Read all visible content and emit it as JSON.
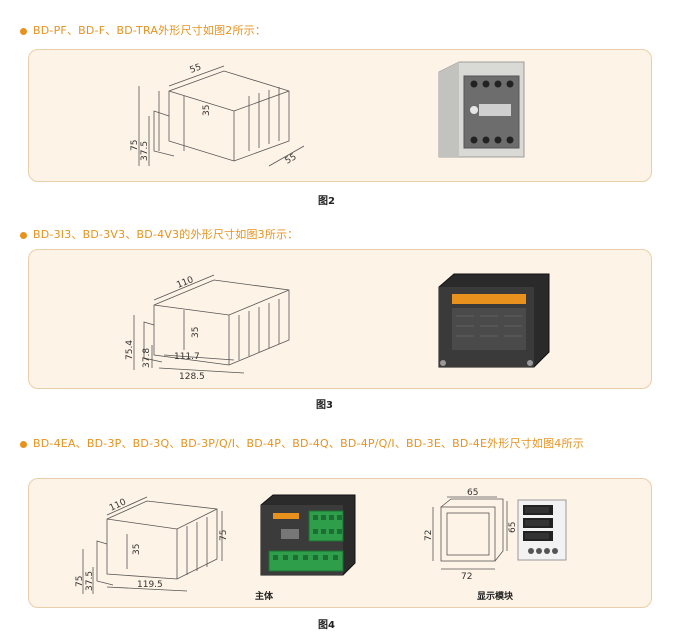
{
  "section1": {
    "heading": "BD-PF、BD-F、BD-TRA外形尺寸如图2所示：",
    "caption": "图2",
    "dims": {
      "top": "55",
      "height": "35",
      "total_height": "75",
      "mid_height": "37.5",
      "depth": "55"
    }
  },
  "section2": {
    "heading": "BD-3I3、BD-3V3、BD-4V3的外形尺寸如图3所示：",
    "caption": "图3",
    "dims": {
      "top": "110",
      "height": "35",
      "total_height": "75.4",
      "mid_height": "37.8",
      "inner_width": "111.7",
      "total_width": "128.5"
    }
  },
  "section3": {
    "heading": "BD-4EA、BD-3P、BD-3Q、BD-3P/Q/I、BD-4P、BD-4Q、BD-4P/Q/I、BD-3E、BD-4E外形尺寸如图4所示",
    "caption": "图4",
    "main_label": "主体",
    "module_label": "显示模块",
    "dims": {
      "top": "110",
      "height": "35",
      "side_height": "75",
      "total_height": "75",
      "mid_height": "37.5",
      "width": "119.5",
      "panel_top": "65",
      "panel_left": "72",
      "panel_right": "65",
      "panel_bottom": "72"
    }
  },
  "colors": {
    "accent": "#e8911c",
    "panel_bg": "#fdf3e6",
    "panel_border": "#e9cfa9",
    "terminal_green": "#2e9e4a"
  }
}
